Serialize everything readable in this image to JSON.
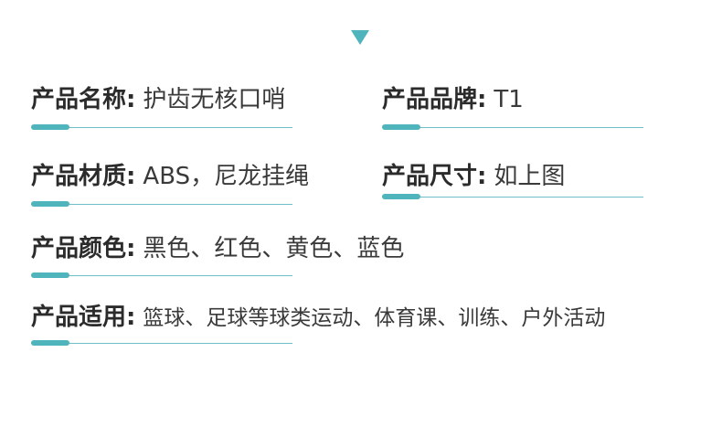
{
  "specs": [
    {
      "label": "产品名称",
      "colon": ":",
      "value": "护齿无核口哨"
    },
    {
      "label": "产品品牌",
      "colon": ":",
      "value": "T1"
    },
    {
      "label": "产品材质",
      "colon": ":",
      "value": "ABS，尼龙挂绳"
    },
    {
      "label": "产品尺寸",
      "colon": ":",
      "value": "如上图"
    },
    {
      "label": "产品颜色",
      "colon": ":",
      "value": "黑色、红色、黄色、蓝色"
    },
    {
      "label": "产品适用",
      "colon": ":",
      "value": "篮球、足球等球类运动、体育课、训练、户外活动"
    }
  ],
  "colors": {
    "accent": "#4fb4bc",
    "line": "#6fc0c6",
    "text": "#333333"
  },
  "icons": {
    "marker": "down-triangle-icon"
  }
}
